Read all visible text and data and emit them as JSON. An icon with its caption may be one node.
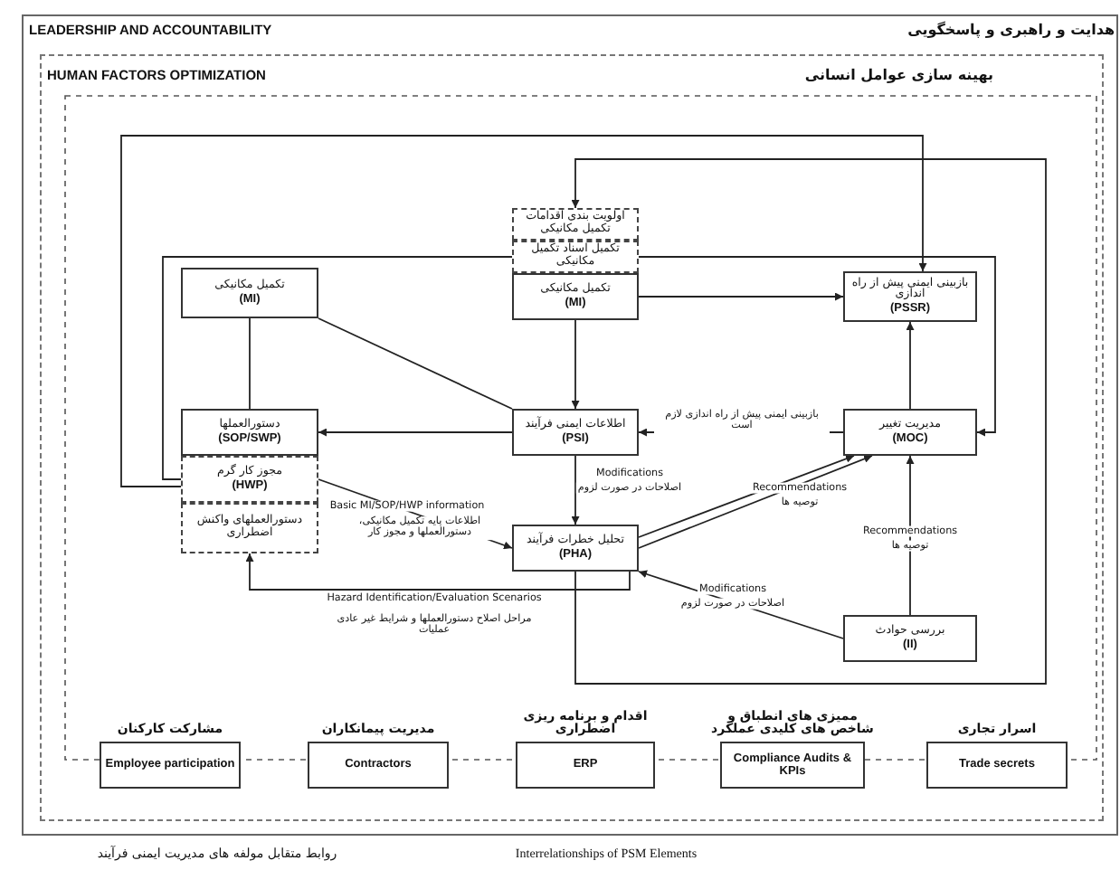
{
  "diagram": {
    "caption": "Interrelationships of PSM Elements",
    "nodes": [
      {
        "text": [
          "هدایت و راهبری و پاسخگویی",
          "LEADERSHIP AND ACCOUNTABILITY"
        ]
      },
      {
        "text": [
          "بهینه سازی عوامل انسانی",
          "HUMAN FACTORS OPTIMIZATION"
        ],
        "in": 0
      },
      {
        "text": [
          "اولویت بندی اقدامات تکمیل مکانیکی"
        ],
        "in": 1
      },
      {
        "text": [
          "تکمیل اسناد تکمیل مکانیکی"
        ],
        "in": 1
      },
      {
        "text": [
          "تکمیل مکانیکی",
          "(MI)"
        ],
        "in": 1
      },
      {
        "text": [
          "تکمیل مکانیکی",
          "(MI)"
        ],
        "in": 1
      },
      {
        "text": [
          "بازبینی ایمنی پیش از راه اندازی",
          "(PSSR)"
        ],
        "in": 1
      },
      {
        "text": [
          "دستورالعملها",
          "(SOP/SWP)"
        ],
        "in": 1
      },
      {
        "text": [
          "مجوز کار گرم",
          "(HWP)"
        ],
        "in": 1
      },
      {
        "text": [
          "دستورالعملهای واکنش اضطراری"
        ],
        "in": 1
      },
      {
        "text": [
          "اطلاعات ایمنی فرآیند",
          "(PSI)"
        ],
        "in": 1
      },
      {
        "text": [
          "مدیریت تغییر",
          "(MOC)"
        ],
        "in": 1
      },
      {
        "text": [
          "تحلیل خطرات فرآیند",
          "(PHA)"
        ],
        "in": 1
      },
      {
        "text": [
          "بررسی حوادث",
          "(II)"
        ],
        "in": 1
      },
      {
        "text": [
          "مشارکت کارکنان",
          "Employee participation"
        ],
        "in": 1
      },
      {
        "text": [
          "مدیریت پیمانکاران",
          "Contractors"
        ],
        "in": 1
      },
      {
        "text": [
          "اقدام و برنامه ریزی اضطراری",
          "ERP"
        ],
        "in": 1
      },
      {
        "text": [
          "ممیزی های انطباق و شاخص های کلیدی عملکرد",
          "Compliance Audits & KPIs"
        ],
        "in": 1
      },
      {
        "text": [
          "اسرار تجاری",
          "Trade secrets"
        ],
        "in": 1
      }
    ],
    "edges": [
      {
        "from": 12,
        "to": 2,
        "arrow": "to"
      },
      {
        "from": 3,
        "to": 8,
        "arrow": "none"
      },
      {
        "from": 8,
        "to": 6,
        "arrow": "to"
      },
      {
        "from": 3,
        "to": 11,
        "arrow": "to"
      },
      {
        "from": 5,
        "to": 6,
        "arrow": "to"
      },
      {
        "from": 4,
        "to": 7,
        "arrow": "none"
      },
      {
        "from": 4,
        "to": 10,
        "arrow": "none"
      },
      {
        "from": 5,
        "to": 10,
        "arrow": "to"
      },
      {
        "from": 10,
        "to": 7,
        "arrow": "to"
      },
      {
        "from": 11,
        "to": 6,
        "arrow": "to"
      },
      {
        "from": 11,
        "to": 10,
        "arrow": "to",
        "label": "بازبینی ایمنی پیش از راه اندازی لازم است"
      },
      {
        "from": 10,
        "to": 12,
        "arrow": "to"
      },
      {
        "from": 12,
        "to": 11,
        "arrow": "to",
        "label": "Modifications"
      },
      {
        "from": 12,
        "to": 11,
        "arrow": "to",
        "label": "Recommendations"
      },
      {
        "from": 13,
        "to": 11,
        "arrow": "to",
        "label": "Recommendations"
      },
      {
        "from": 13,
        "to": 12,
        "arrow": "to",
        "label": "Modifications"
      },
      {
        "from": 8,
        "to": 12,
        "arrow": "to",
        "label": "Basic MI/SOP/HWP information"
      },
      {
        "from": 12,
        "to": 9,
        "arrow": "to",
        "label": "Hazard Identification/Evaluation Scenarios"
      }
    ],
    "labels": [
      "اصلاحات در صورت لزوم",
      "توصیه ها",
      "اطلاعات پایه تکمیل مکانیکی، دستورالعملها و مجوز کار",
      "توصیه ها",
      "اصلاحات در صورت لزوم",
      "مراحل اصلاح دستورالعملها و شرایط غیر عادی عملیات",
      "روابط متقابل مولفه های مدیریت ایمنی فرآیند"
    ]
  }
}
